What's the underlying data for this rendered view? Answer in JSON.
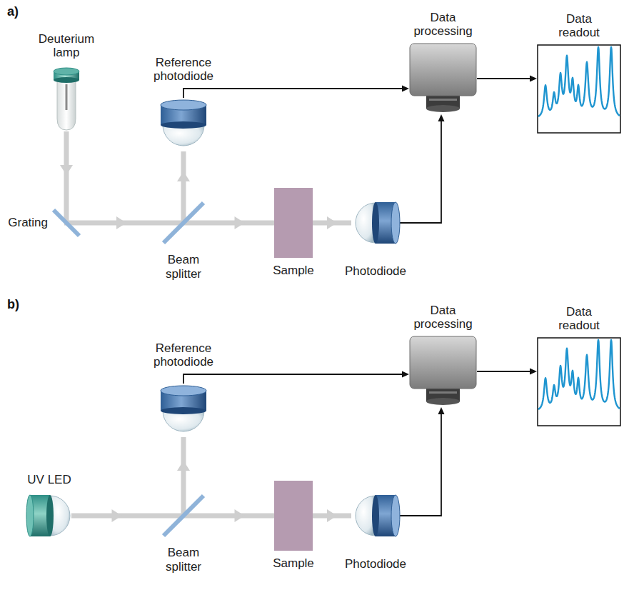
{
  "diagram": {
    "nodes": [
      {
        "text": [
          "Deuterium lamp"
        ]
      },
      {
        "text": [
          "Reference photodiode"
        ]
      },
      {
        "text": [
          "Data processing"
        ]
      },
      {
        "text": [
          "Data readout"
        ]
      },
      {
        "text": [
          "Grating"
        ]
      },
      {
        "text": [
          "Beam splitter"
        ]
      },
      {
        "text": [
          "Sample"
        ]
      },
      {
        "text": [
          "Photodiode"
        ]
      },
      {
        "text": [
          "Reference photodiode"
        ]
      },
      {
        "text": [
          "Data processing"
        ]
      },
      {
        "text": [
          "Data readout"
        ]
      },
      {
        "text": [
          "UV LED"
        ]
      },
      {
        "text": [
          "Beam splitter"
        ]
      },
      {
        "text": [
          "Sample"
        ]
      },
      {
        "text": [
          "Photodiode"
        ]
      }
    ],
    "edges": [
      {
        "from": 0,
        "to": 4,
        "arrow": "to"
      },
      {
        "from": 4,
        "to": 5,
        "arrow": "to"
      },
      {
        "from": 5,
        "to": 1,
        "arrow": "to"
      },
      {
        "from": 5,
        "to": 6,
        "arrow": "to"
      },
      {
        "from": 6,
        "to": 7,
        "arrow": "to"
      },
      {
        "from": 1,
        "to": 2,
        "arrow": "to"
      },
      {
        "from": 7,
        "to": 2,
        "arrow": "to"
      },
      {
        "from": 2,
        "to": 3,
        "arrow": "to"
      },
      {
        "from": 11,
        "to": 12,
        "arrow": "to"
      },
      {
        "from": 12,
        "to": 8,
        "arrow": "to"
      },
      {
        "from": 12,
        "to": 13,
        "arrow": "to"
      },
      {
        "from": 13,
        "to": 14,
        "arrow": "to"
      },
      {
        "from": 8,
        "to": 9,
        "arrow": "to"
      },
      {
        "from": 14,
        "to": 9,
        "arrow": "to"
      },
      {
        "from": 9,
        "to": 10,
        "arrow": "to"
      }
    ],
    "labels": [
      "a)",
      "b)"
    ]
  }
}
